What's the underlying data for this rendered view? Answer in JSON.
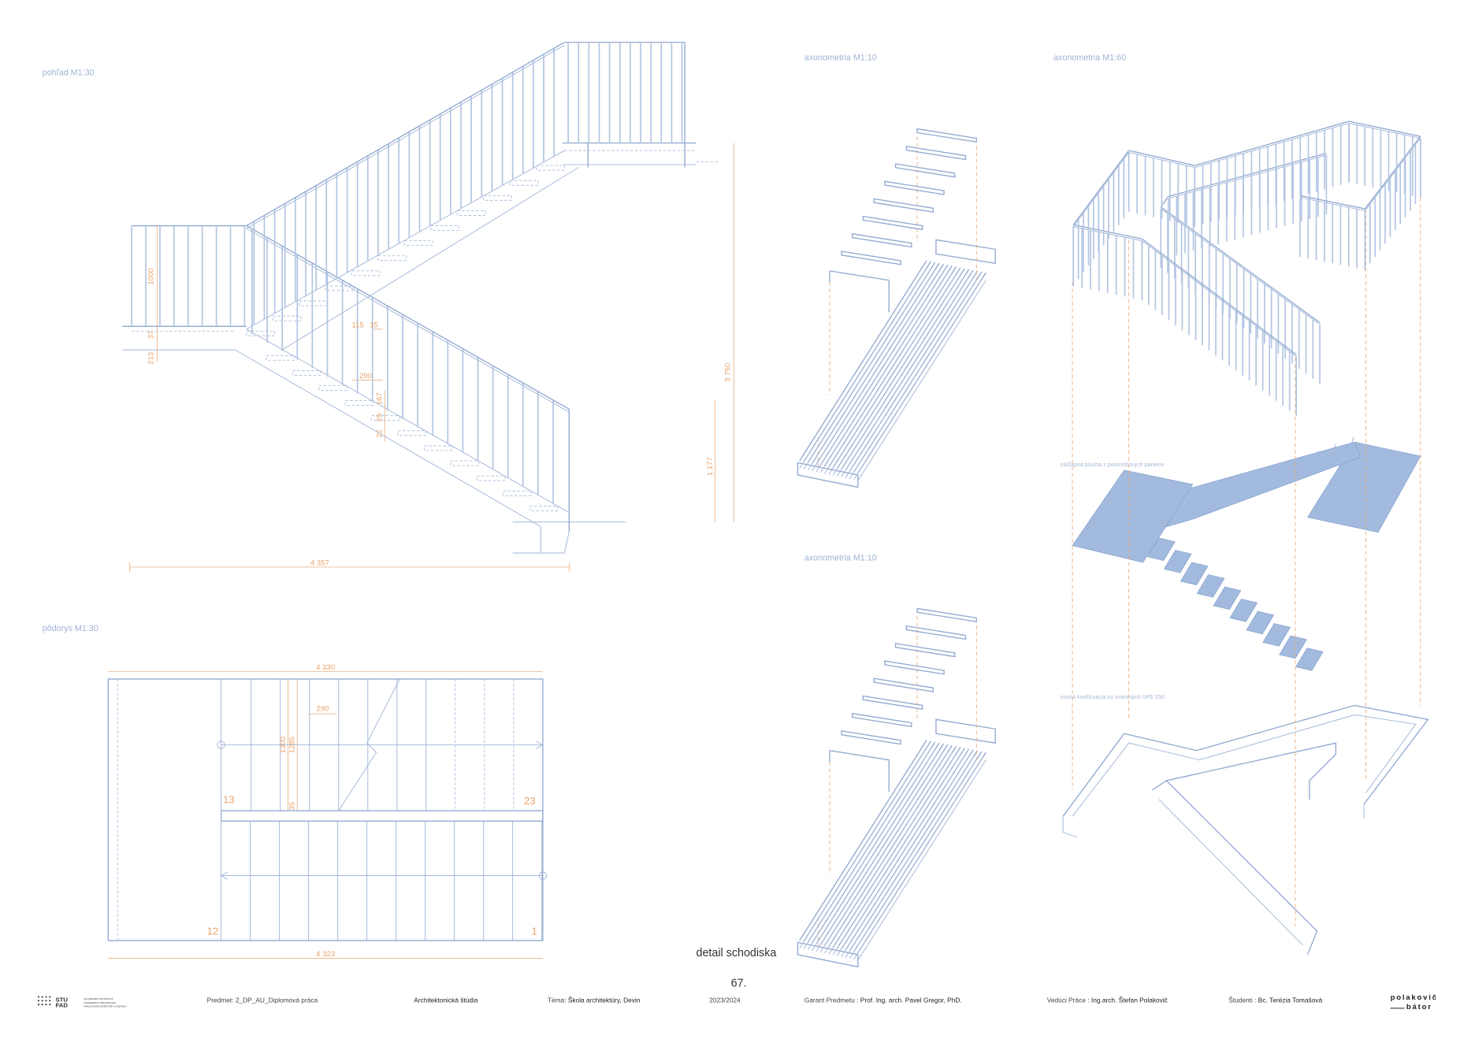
{
  "sheet": {
    "title": "detail schodiska",
    "page_number": "67."
  },
  "views": {
    "elevation": "pohľad M1:30",
    "plan": "pôdorys M1:30",
    "axo_top": "axonometria M1:10",
    "axo_bottom": "axonometria M1:10",
    "axo_overall": "axonometria M1:60"
  },
  "annotations": {
    "grating": "nášľapná plocha z pororoštových panelov",
    "structure": "nosná konštrukcia zo zváraných UPE 250"
  },
  "elevation_dimensions": {
    "total_length": "4 357",
    "height_total": "3 750",
    "height_lower": "1 177",
    "railing": "1000",
    "slab": "37",
    "below": "213",
    "d115": "115",
    "d15": "15",
    "d290": "290",
    "d167": "167",
    "d29": "29",
    "d22": "22"
  },
  "plan_dimensions": {
    "top_length": "4 330",
    "bottom_length": "4 323",
    "d290": "290",
    "d1300": "1300",
    "d1285": "1285",
    "d35": "35",
    "step_13": "13",
    "step_23": "23",
    "step_12": "12",
    "step_1": "1"
  },
  "footer": {
    "logo_top": "STU",
    "logo_bottom": "FAD",
    "logo_line1": "SLOVENSKÁ TECHNICKÁ",
    "logo_line2": "UNIVERZITA V BRATISLAVE",
    "logo_line3": "FAKULTA ARCHITEKTÚRY A DIZAJNU",
    "subject": "Predmet: 2_DP_AU_Diplomová práca",
    "studio": "Architektonická štúdia",
    "theme_label": "Téma: ",
    "theme": "Škola architektúry, Devin",
    "year": "2023/2024",
    "guarantor_label": "Garant Predmetu : ",
    "guarantor": "Prof. Ing. arch. Pavel Gregor, PhD.",
    "supervisor_label": "Vedúci Práce : ",
    "supervisor": "Ing.arch. Štefan Polakovič",
    "students_label": "Študenti : ",
    "students": "Bc. Terézia Tomašová",
    "brand_top": "polakovič",
    "brand_bottom": "bátor"
  },
  "colors": {
    "line": "#a3b7d8",
    "dimension": "#e9a36c",
    "grating": "#a9c0e0"
  }
}
